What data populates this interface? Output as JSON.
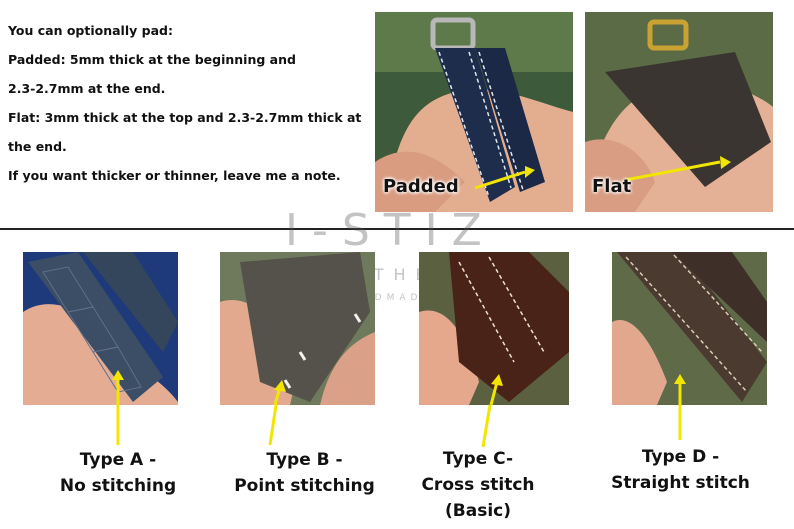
{
  "intro": {
    "lines": [
      "You can optionally pad:",
      " Padded: 5mm thick at the beginning and",
      "2.3-2.7mm at the end.",
      " Flat: 3mm thick at the top and 2.3-2.7mm thick at",
      "the end.",
      " If you want thicker or thinner, leave me a note."
    ]
  },
  "top_photos": {
    "padded_label": "Padded",
    "flat_label": "Flat"
  },
  "watermark": {
    "brand": "I-STIZ",
    "line2": "LEATHER",
    "line3": "HANDMADE"
  },
  "types": [
    {
      "line1": "Type A -",
      "line2": "No stitching"
    },
    {
      "line1": "Type B -",
      "line2": "Point stitching"
    },
    {
      "line1": "Type C-",
      "line2": "Cross stitch",
      "line3": "(Basic)"
    },
    {
      "line1": "Type D -",
      "line2": "Straight stitch"
    }
  ],
  "colors": {
    "arrow": "#f2e600",
    "divider": "#222222",
    "navy_strap": "#1f2d4d",
    "dark_strap": "#3a3530",
    "blue_strap": "#3b4e66",
    "grey_strap": "#55524c",
    "brown_strap": "#4a2318",
    "dark_brown_strap": "#4a3a30",
    "skin": "#e7b59c"
  }
}
